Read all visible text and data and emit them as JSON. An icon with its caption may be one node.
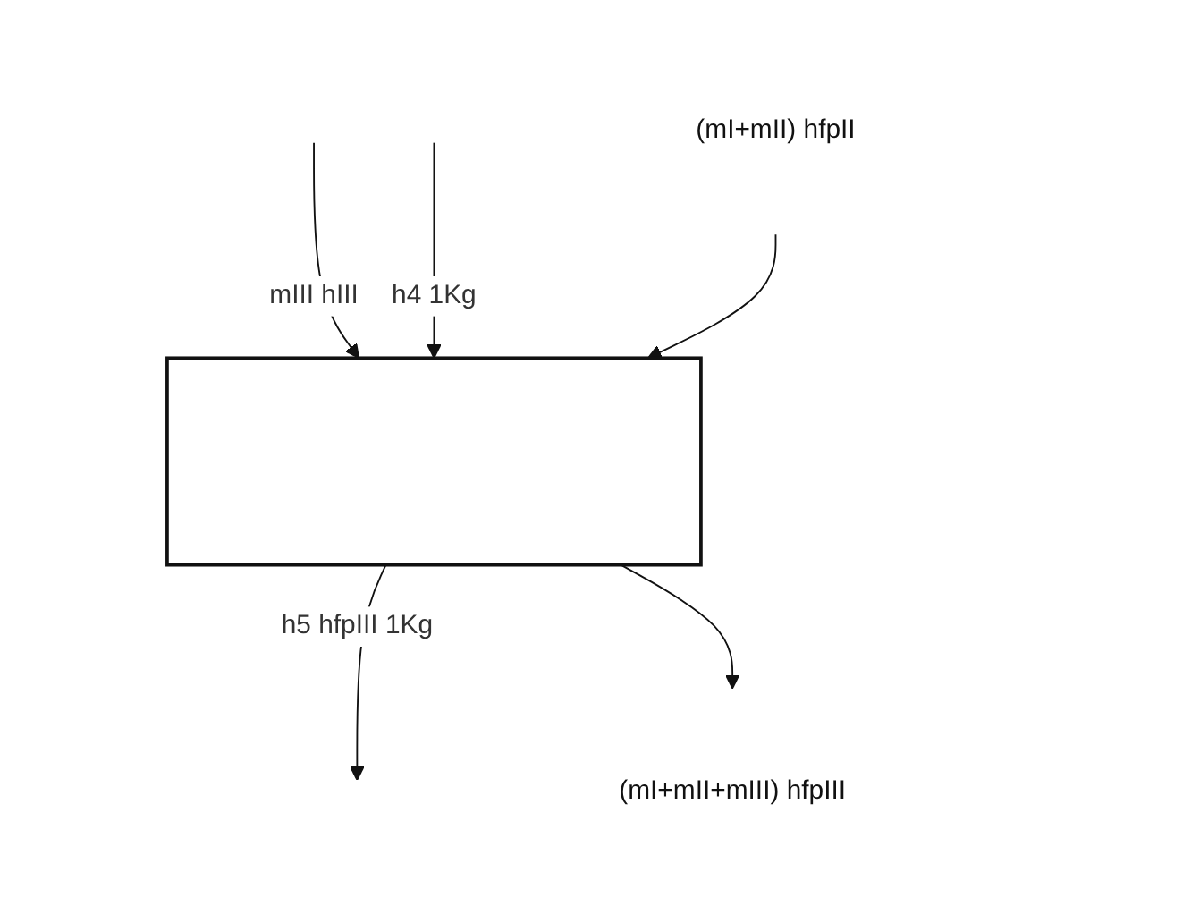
{
  "diagram": {
    "nodes": [
      {
        "text": [],
        "shape": "box"
      },
      {
        "text": [
          "(mI+mII) hfpII"
        ]
      },
      {
        "text": [
          "(mI+mII+mIII) hfpIII"
        ]
      }
    ],
    "edges": [
      {
        "from": null,
        "to": 0,
        "arrow": "to",
        "label": "mIII hIII"
      },
      {
        "from": 0,
        "to": null,
        "arrow": "to",
        "label": "h5 hfpIII 1Kg"
      },
      {
        "from": null,
        "to": 0,
        "arrow": "to",
        "label": "h4 1Kg"
      },
      {
        "from": 1,
        "to": 0,
        "arrow": "to"
      },
      {
        "from": 0,
        "to": 2,
        "arrow": "to"
      }
    ]
  }
}
